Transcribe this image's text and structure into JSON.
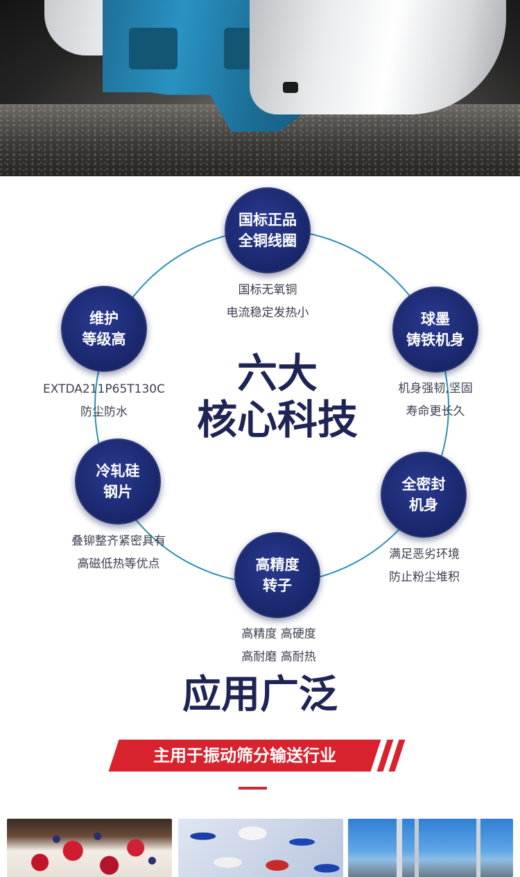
{
  "features": {
    "center_title_line1": "六大",
    "center_title_line2": "核心科技",
    "items": [
      {
        "badge_line1": "国标正品",
        "badge_line2": "全铜线圈",
        "desc_line1": "国标无氧铜",
        "desc_line2": "电流稳定发热小"
      },
      {
        "badge_line1": "球墨",
        "badge_line2": "铸铁机身",
        "desc_line1": "机身强韧,坚固",
        "desc_line2": "寿命更长久"
      },
      {
        "badge_line1": "全密封",
        "badge_line2": "机身",
        "desc_line1": "满足恶劣环境",
        "desc_line2": "防止粉尘堆积"
      },
      {
        "badge_line1": "高精度",
        "badge_line2": "转子",
        "desc_line1": "高精度 高硬度",
        "desc_line2": "高耐磨 高耐热"
      },
      {
        "badge_line1": "冷轧硅",
        "badge_line2": "钢片",
        "desc_line1": "叠铆整齐紧密具有",
        "desc_line2": "高磁低热等优点"
      },
      {
        "badge_line1": "维护",
        "badge_line2": "等级高",
        "desc_line1": "EXTDA211P65T130C",
        "desc_line2": "防尘防水"
      }
    ]
  },
  "applications": {
    "title": "应用广泛",
    "banner": "主用于振动筛分输送行业"
  },
  "colors": {
    "navy": "#1e2454",
    "badge": "#1c2a72",
    "ring": "#2a8fb1",
    "accent_red": "#d8222d"
  }
}
